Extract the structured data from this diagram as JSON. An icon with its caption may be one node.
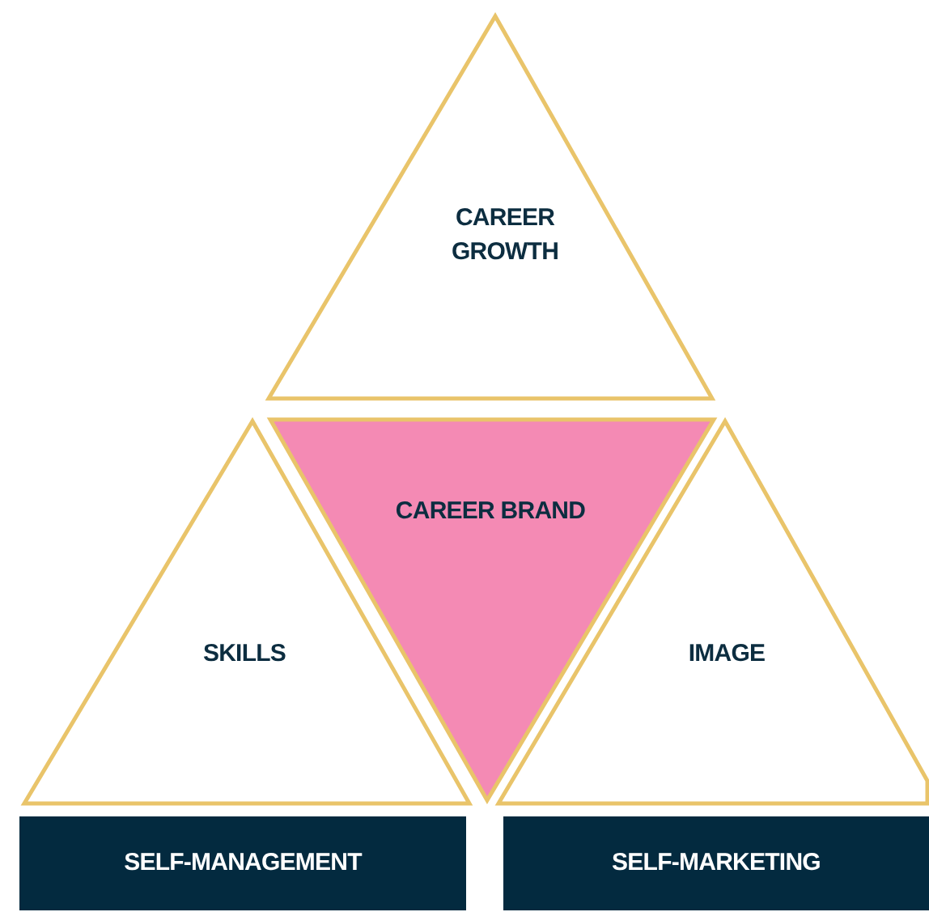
{
  "diagram": {
    "nodes": [
      {
        "text": [
          "CAREER GROWTH"
        ]
      },
      {
        "text": [
          "CAREER BRAND"
        ]
      },
      {
        "text": [
          "SKILLS"
        ]
      },
      {
        "text": [
          "IMAGE"
        ]
      },
      {
        "text": [
          "SELF-MANAGEMENT"
        ]
      },
      {
        "text": [
          "SELF-MARKETING"
        ]
      }
    ]
  }
}
